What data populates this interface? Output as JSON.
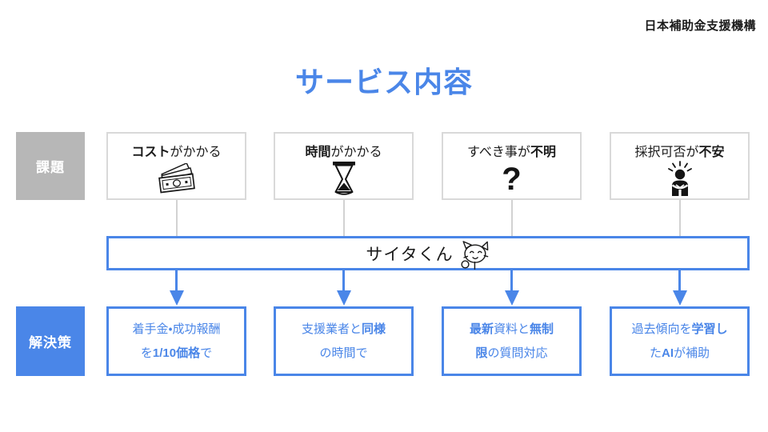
{
  "header": {
    "org_name": "日本補助金支援機構"
  },
  "title": "サービス内容",
  "colors": {
    "accent_blue": "#4a86e8",
    "problem_gray": "#b7b7b7",
    "problem_border": "#d9d9d9",
    "connector_gray": "#d2d2d2",
    "text_black": "#1a1a1a"
  },
  "problem_row": {
    "label": "課題",
    "items": [
      {
        "icon": "banknote-icon",
        "parts": [
          {
            "text": "コスト"
          },
          {
            "text": "がかかる"
          }
        ]
      },
      {
        "icon": "hourglass-icon",
        "parts": [
          {
            "text": "時間"
          },
          {
            "text": "がかかる"
          }
        ]
      },
      {
        "icon": "question-mark-icon",
        "parts": [
          {
            "text": "すべき事が"
          },
          {
            "text": "不明"
          }
        ],
        "glyph": "?"
      },
      {
        "icon": "worried-person-icon",
        "parts": [
          {
            "text": "採択可否が"
          },
          {
            "text": "不安"
          }
        ]
      }
    ]
  },
  "center": {
    "label": "サイタくん",
    "icon": "cat-mascot-icon"
  },
  "solution_row": {
    "label": "解決策",
    "items": [
      {
        "lines": [
          [
            {
              "text": "着手金・成功報酬"
            }
          ],
          [
            {
              "text": "を"
            },
            {
              "text": "1/10価格"
            },
            {
              "text": "で"
            }
          ]
        ]
      },
      {
        "lines": [
          [
            {
              "text": "支援業者と"
            },
            {
              "text": "同様"
            }
          ],
          [
            {
              "text": "の時間で"
            }
          ]
        ]
      },
      {
        "lines": [
          [
            {
              "text": "最新"
            },
            {
              "text": "資料と"
            },
            {
              "text": "無制"
            }
          ],
          [
            {
              "text": "限"
            },
            {
              "text": "の質問対応"
            }
          ]
        ]
      },
      {
        "lines": [
          [
            {
              "text": "過去傾向を"
            },
            {
              "text": "学習し"
            }
          ],
          [
            {
              "text": "た"
            },
            {
              "text": "AI"
            },
            {
              "text": "が補助"
            }
          ]
        ]
      }
    ]
  }
}
